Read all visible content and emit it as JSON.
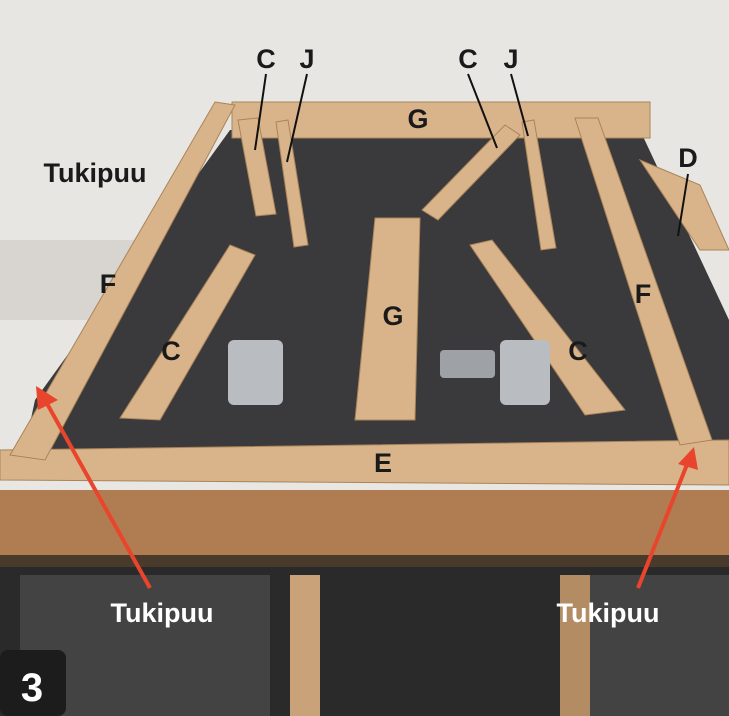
{
  "step_number": "3",
  "labels": {
    "c_top_left": "C",
    "j_top_left": "J",
    "g_top": "G",
    "c_top_right": "C",
    "j_top_right": "J",
    "d_right": "D",
    "tukipuu_top": "Tukipuu",
    "f_left": "F",
    "g_center": "G",
    "f_right": "F",
    "c_bottom_left": "C",
    "c_bottom_right": "C",
    "e_bottom": "E",
    "tukipuu_bottom_left": "Tukipuu",
    "tukipuu_bottom_right": "Tukipuu"
  },
  "colors": {
    "arrow": "#e8452c",
    "wood": "#d9b48a",
    "board": "#3a3a3c",
    "badge": "#1c1c1c"
  }
}
